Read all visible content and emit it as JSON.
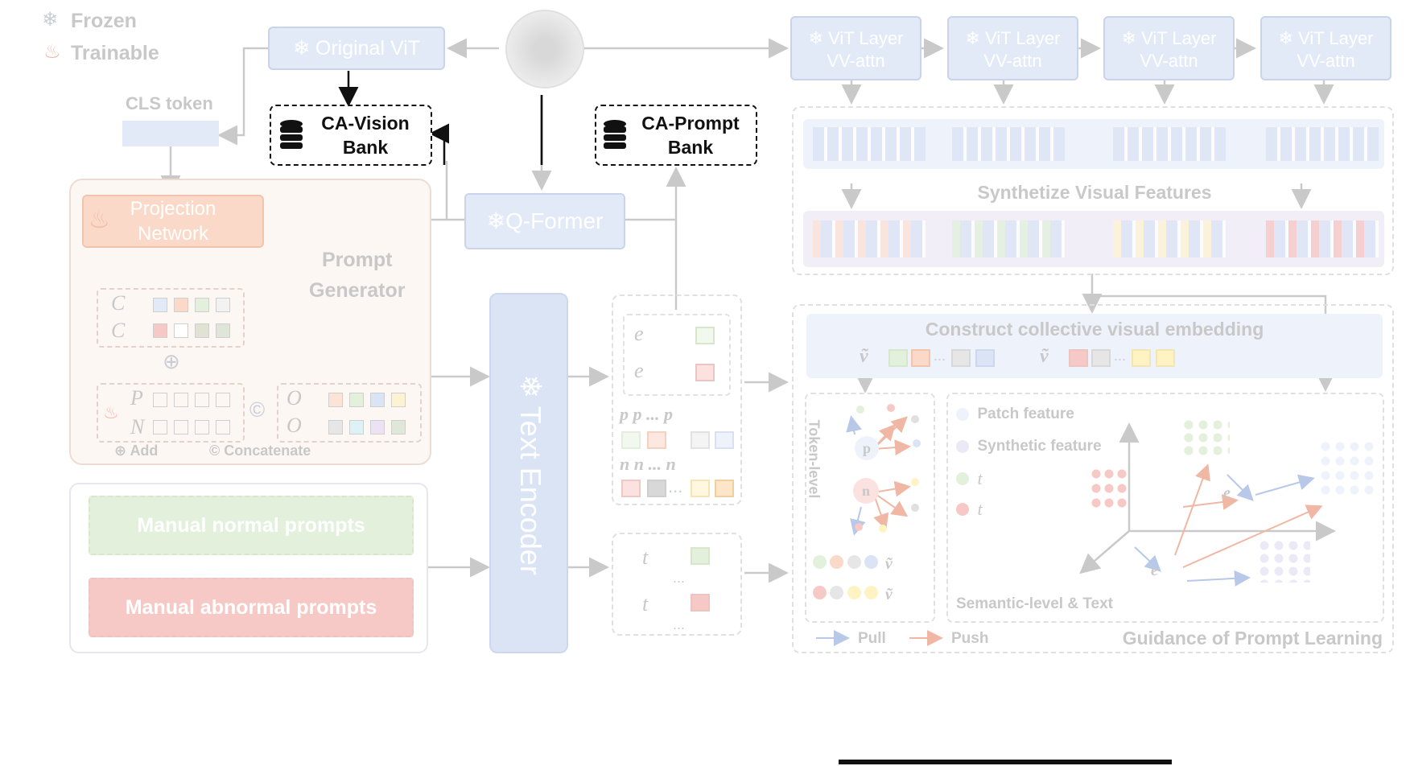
{
  "legend": {
    "frozen": "Frozen",
    "trainable": "Trainable"
  },
  "vit": {
    "original": "Original ViT",
    "cls_token": "CLS token"
  },
  "banks": {
    "vision_line1": "CA-Vision",
    "vision_line2": "Bank",
    "prompt_line1": "CA-Prompt",
    "prompt_line2": "Bank"
  },
  "qformer": "Q-Former",
  "vit_layers": [
    {
      "line1": "ViT Layer",
      "line2": "VV-attn"
    },
    {
      "line1": "ViT Layer",
      "line2": "VV-attn"
    },
    {
      "line1": "ViT Layer",
      "line2": "VV-attn"
    },
    {
      "line1": "ViT Layer",
      "line2": "VV-attn"
    }
  ],
  "synth_title": "Synthetize Visual Features",
  "prompt_generator": {
    "projection_line1": "Projection",
    "projection_line2": "Network",
    "title_line1": "Prompt",
    "title_line2": "Generator",
    "c_normal": "C",
    "c_abnormal": "C",
    "p_label": "P",
    "n_label": "N",
    "o_label": "O",
    "add_label": "Add",
    "concat_label": "Concatenate"
  },
  "manual": {
    "normal": "Manual normal prompts",
    "abnormal": "Manual abnormal prompts"
  },
  "text_encoder": "Text Encoder",
  "embeddings": {
    "e_normal": "e",
    "e_abnormal": "e",
    "p_row": "p",
    "n_row": "n",
    "t_normal": "t",
    "t_abnormal": "t",
    "dots": "...",
    "mid_dots": "..."
  },
  "collective": {
    "title": "Construct collective visual embedding",
    "v_dots": "..."
  },
  "guidance": {
    "token_level": "Token-level",
    "patch_feature": "Patch feature",
    "synthetic_feature": "Synthetic feature",
    "semantic_text": "Semantic-level & Text",
    "pull": "Pull",
    "push": "Push",
    "title": "Guidance of Prompt Learning"
  },
  "colors": {
    "trainable": "#f4b9a8",
    "frozen": "#c9d4ea",
    "bank_border": "#111111",
    "faint": "#c8c8c8"
  }
}
